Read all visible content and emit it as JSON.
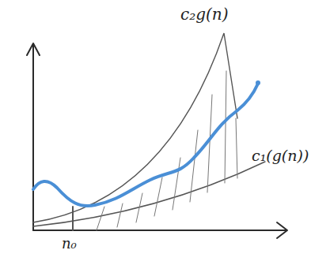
{
  "diagram": {
    "labels": [
      "c₂g(n)",
      "c₁(g(n))",
      "n₀"
    ]
  }
}
